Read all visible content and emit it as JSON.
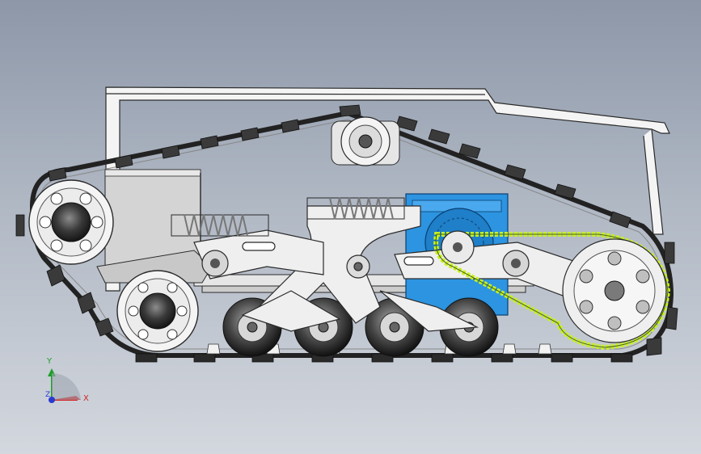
{
  "viewport": {
    "background_top": "#8d97a8",
    "background_bottom": "#d3d7de"
  },
  "model": {
    "frame_color": "#f4f4f4",
    "outline_color": "#2a2a2a",
    "track_color": "#222222",
    "accent_colors": {
      "motor_housing": "#2c94e0",
      "chain": "#c8f020",
      "springs": "#cfcfcf"
    }
  },
  "triad": {
    "x_label": "X",
    "y_label": "Y",
    "z_label": "Z",
    "x_color": "#d22222",
    "y_color": "#1e9e2a",
    "z_color": "#2a3ad0"
  }
}
